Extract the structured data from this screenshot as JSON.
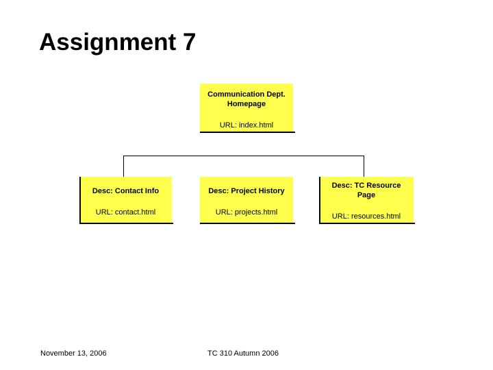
{
  "slide": {
    "title": "Assignment 7",
    "background_color": "#ffffff",
    "node_fill_color": "#ffff4d",
    "line_color": "#000000"
  },
  "diagram": {
    "type": "site-map-tree",
    "root": {
      "desc": "Communication Dept. Homepage",
      "desc_line1": "Communication Dept.",
      "desc_line2": "Homepage",
      "url": "URL: index.html"
    },
    "children": [
      {
        "desc": "Desc: Contact Info",
        "url": "URL: contact.html"
      },
      {
        "desc": "Desc: Project History",
        "url": "URL: projects.html"
      },
      {
        "desc_line1": "Desc: TC Resource",
        "desc_line2": "Page",
        "url": "URL: resources.html"
      }
    ]
  },
  "footer": {
    "date": "November 13, 2006",
    "course": "TC 310 Autumn 2006"
  }
}
